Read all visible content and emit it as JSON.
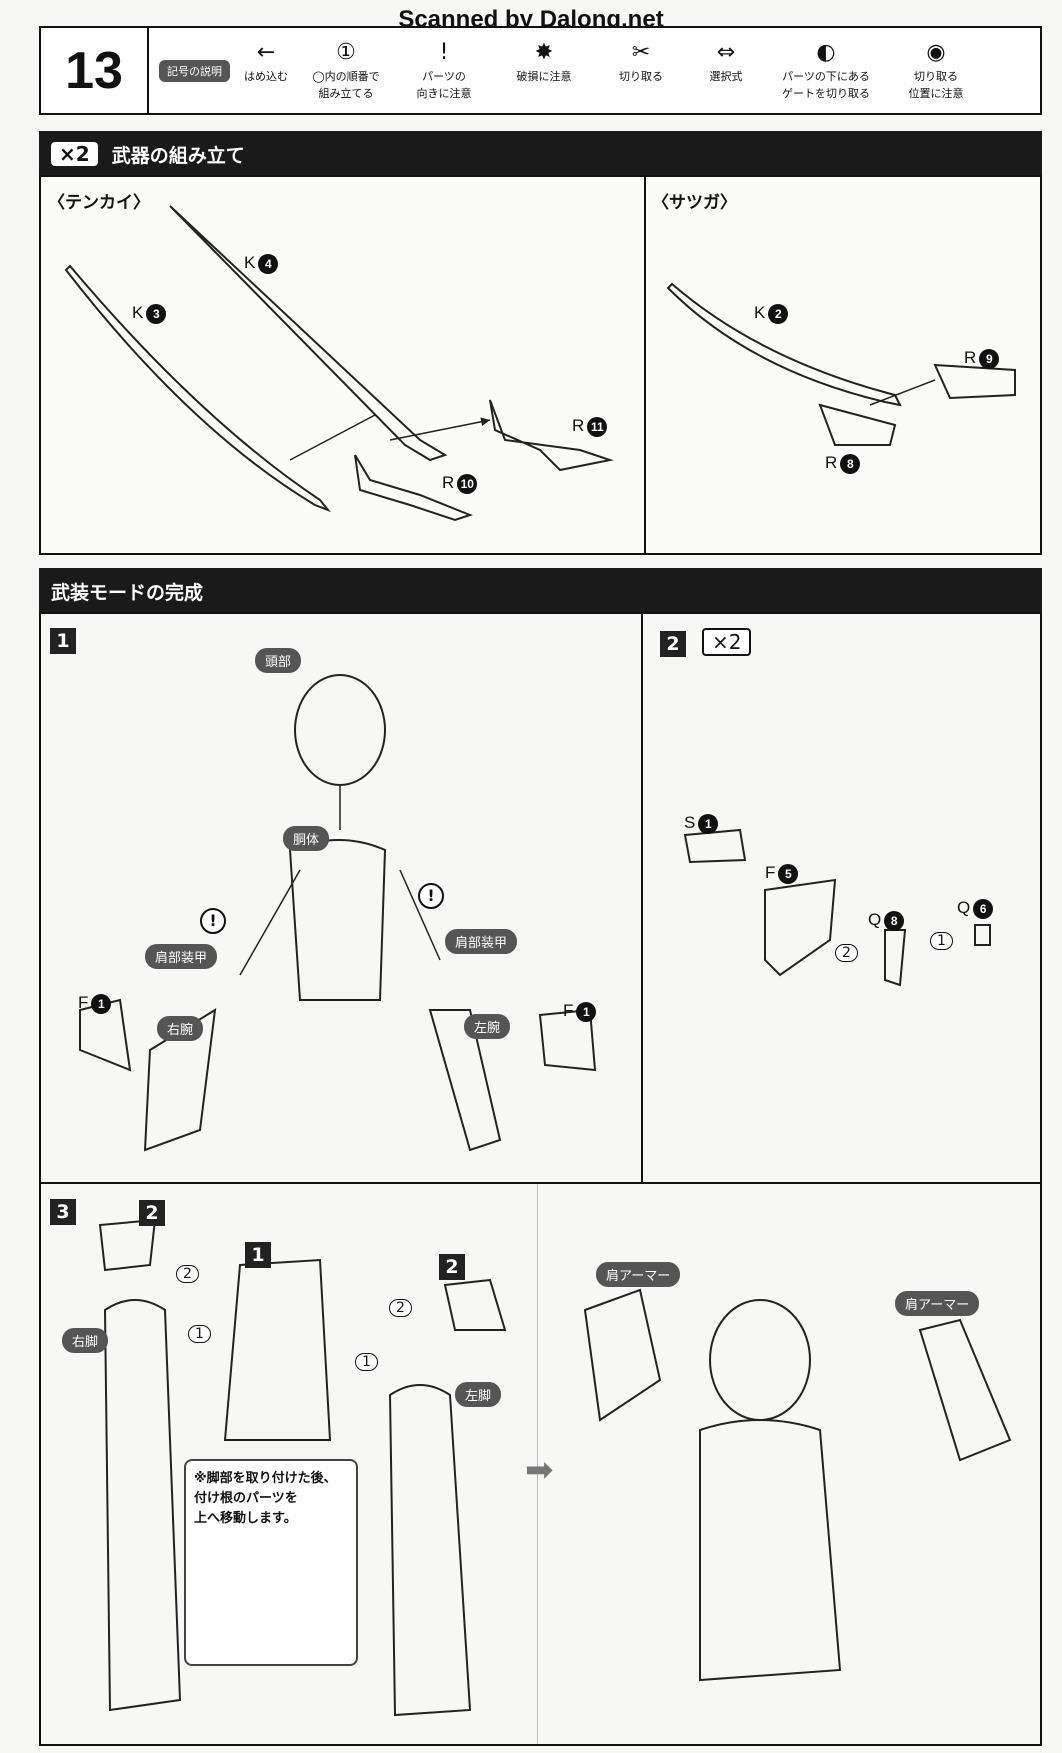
{
  "watermark": "Scanned by Dalong.net",
  "step_number": "13",
  "legend": {
    "badge": "記号の説明",
    "items": [
      {
        "icon": "arrow-left-icon",
        "glyph": "←",
        "label1": "はめ込む",
        "label2": ""
      },
      {
        "icon": "hexagon-number-icon",
        "glyph": "①",
        "label1": "◯内の順番で",
        "label2": "組み立てる"
      },
      {
        "icon": "exclamation-icon",
        "glyph": "!",
        "label1": "パーツの",
        "label2": "向きに注意"
      },
      {
        "icon": "damage-caution-icon",
        "glyph": "✸",
        "label1": "破損に注意",
        "label2": ""
      },
      {
        "icon": "cut-icon",
        "glyph": "✂",
        "label1": "切り取る",
        "label2": ""
      },
      {
        "icon": "choice-arrows-icon",
        "glyph": "⇔",
        "label1": "選択式",
        "label2": ""
      },
      {
        "icon": "gate-cut-icon",
        "glyph": "◐",
        "label1": "パーツの下にある",
        "label2": "ゲートを切り取る"
      },
      {
        "icon": "cut-position-icon",
        "glyph": "◉",
        "label1": "切り取る",
        "label2": "位置に注意"
      }
    ]
  },
  "section1": {
    "multiplier": "×2",
    "title": "武器の組み立て",
    "left_title": "〈テンカイ〉",
    "right_title": "〈サツガ〉",
    "left_parts": [
      {
        "l": "K",
        "n": "4"
      },
      {
        "l": "K",
        "n": "3"
      },
      {
        "l": "R",
        "n": "11"
      },
      {
        "l": "R",
        "n": "10"
      }
    ],
    "right_parts": [
      {
        "l": "K",
        "n": "2"
      },
      {
        "l": "R",
        "n": "9"
      },
      {
        "l": "R",
        "n": "8"
      }
    ]
  },
  "section2": {
    "title": "武装モードの完成",
    "step1": {
      "num": "1",
      "labels": [
        "頭部",
        "胴体",
        "肩部装甲",
        "肩部装甲",
        "右腕",
        "左腕"
      ],
      "parts": [
        {
          "l": "F",
          "n": "1"
        },
        {
          "l": "F",
          "n": "1"
        }
      ]
    },
    "step2": {
      "num": "2",
      "multiplier": "×2",
      "parts": [
        {
          "l": "S",
          "n": "1"
        },
        {
          "l": "F",
          "n": "5"
        },
        {
          "l": "Q",
          "n": "8"
        },
        {
          "l": "Q",
          "n": "6"
        }
      ],
      "hex": [
        "2",
        "1"
      ]
    },
    "step3": {
      "num": "3",
      "refs": [
        "2",
        "1",
        "2"
      ],
      "labels": [
        "右脚",
        "左脚",
        "肩アーマー",
        "肩アーマー"
      ],
      "hex": [
        "2",
        "1",
        "2",
        "1"
      ],
      "note": [
        "※脚部を取り付けた後、",
        "付け根のパーツを",
        "上へ移動します。"
      ]
    }
  }
}
